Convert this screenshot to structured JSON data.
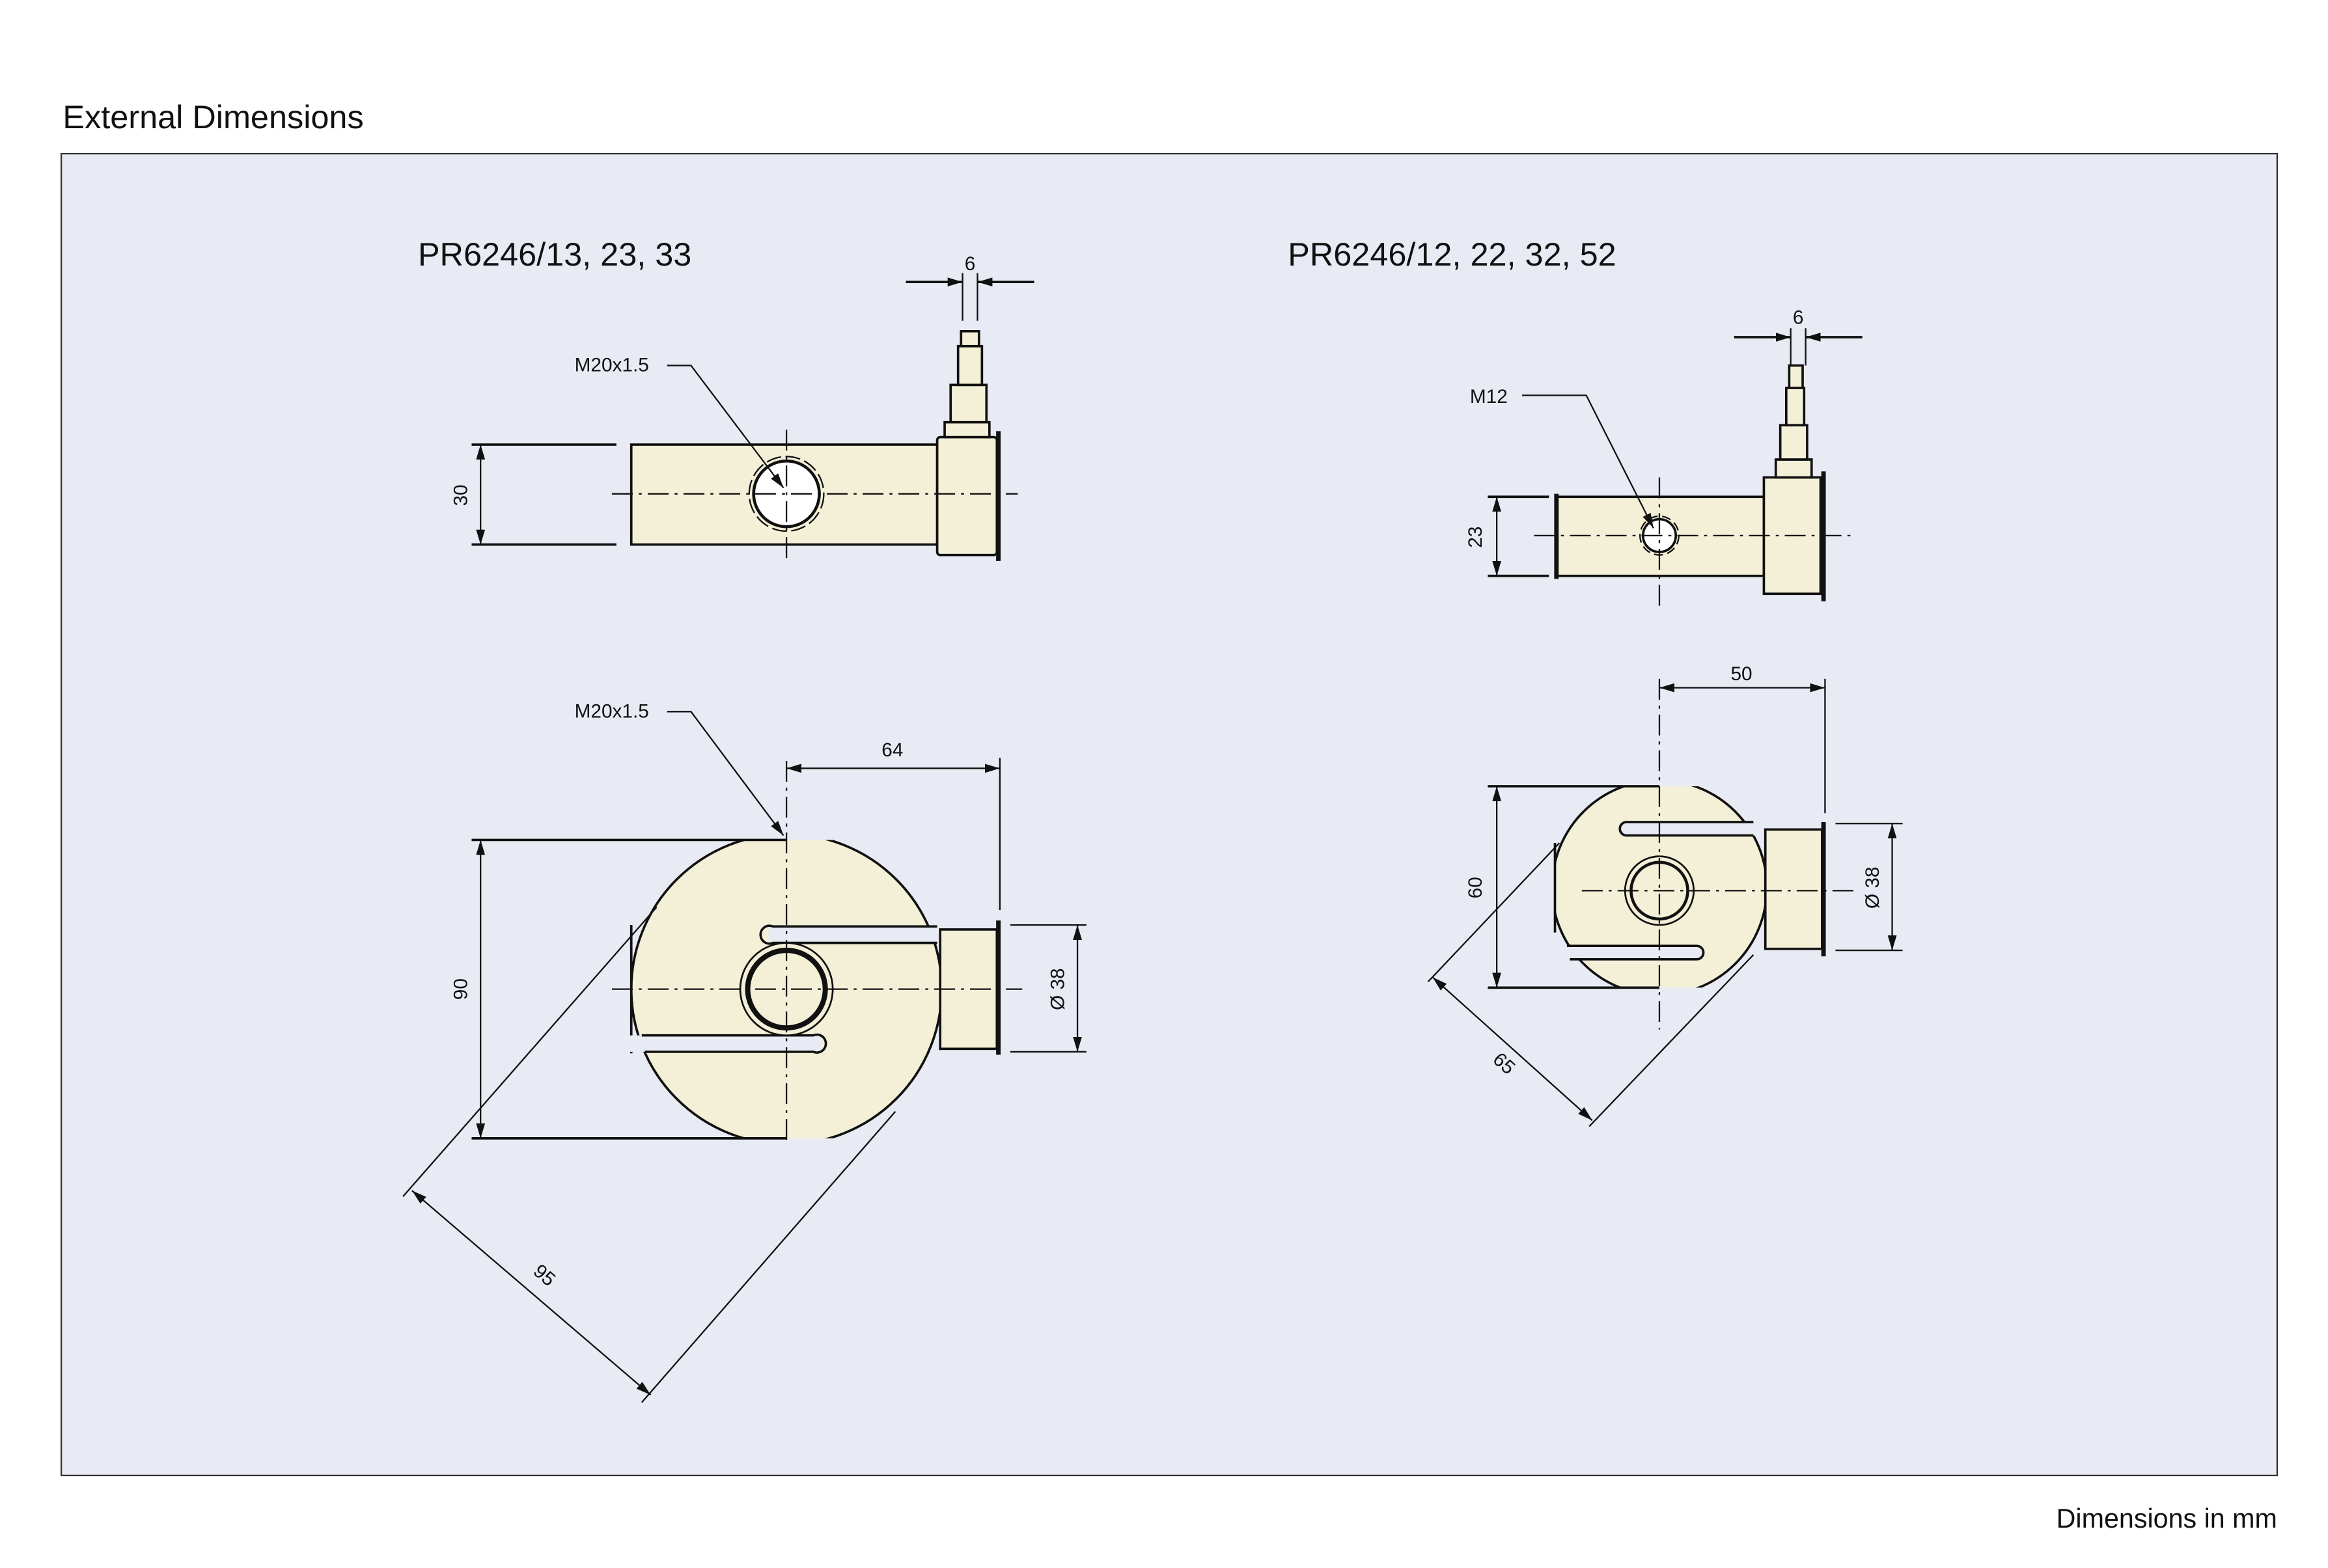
{
  "title": "External Dimensions",
  "footer": "Dimensions in mm",
  "colors": {
    "panel": "#e8ebf4",
    "part_fill": "#f4f0d8",
    "line": "#111111"
  },
  "left": {
    "model": "PR6246/13, 23, 33",
    "thread_top": "M20x1.5",
    "thread_bottom": "M20x1.5",
    "dim_connector": "6",
    "dim_height": "30",
    "dim_offset": "64",
    "dim_diameter": "Ø 38",
    "dim_total_height": "90",
    "dim_diagonal": "95"
  },
  "right": {
    "model": "PR6246/12, 22, 32, 52",
    "thread": "M12",
    "dim_connector": "6",
    "dim_height": "23",
    "dim_offset": "50",
    "dim_diameter": "Ø 38",
    "dim_total_height": "60",
    "dim_diagonal": "65"
  }
}
